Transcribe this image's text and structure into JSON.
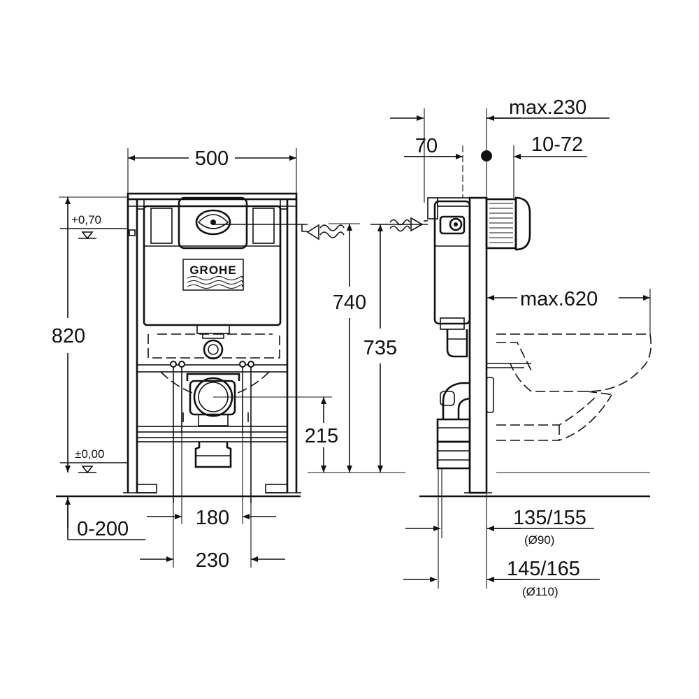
{
  "brand": "GROHE",
  "front_view": {
    "width": "500",
    "height_total": "820",
    "level_top": "+0,70",
    "level_floor": "±0,00",
    "height_740": "740",
    "height_735": "735",
    "height_215": "215",
    "floor_offset": "0-200",
    "spacing_180": "180",
    "spacing_230": "230"
  },
  "side_view": {
    "max_230": "max.230",
    "dim_70": "70",
    "dim_10_72": "10-72",
    "max_620": "max.620",
    "pipe_90_dim": "135/155",
    "pipe_90_dia": "(Ø90)",
    "pipe_110_dim": "145/165",
    "pipe_110_dia": "(Ø110)"
  }
}
